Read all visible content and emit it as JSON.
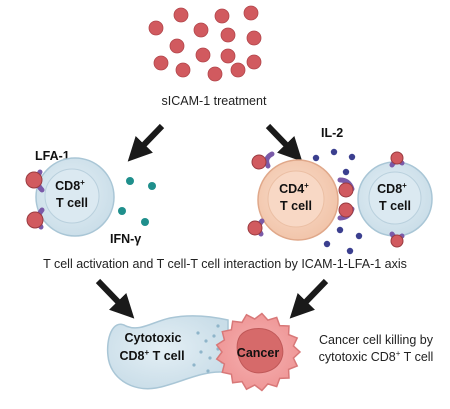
{
  "treatment": {
    "label": "sICAM-1 treatment"
  },
  "left": {
    "receptor_label": "LFA-1",
    "cell": {
      "line1": "CD8",
      "sup": "+",
      "line2": "T cell"
    },
    "cytokine_label": "IFN-γ"
  },
  "right": {
    "cytokine_label": "IL-2",
    "cd4_cell": {
      "line1": "CD4",
      "sup": "+",
      "line2": "T cell"
    },
    "cd8_cell": {
      "line1": "CD8",
      "sup": "+",
      "line2": "T cell"
    }
  },
  "interaction_caption": "T cell activation and T cell-T cell interaction by ICAM-1-LFA-1 axis",
  "bottom": {
    "cytotoxic_cell": {
      "line1": "Cytotoxic",
      "line2_prefix": "CD8",
      "sup": "+",
      "line2_suffix": " T cell"
    },
    "cancer_label": "Cancer",
    "killing_caption": {
      "line1": "Cancer cell killing by",
      "line2_prefix": "cytotoxic CD8",
      "sup": "+",
      "line2_suffix": " T cell"
    }
  },
  "colors": {
    "sicam_dot": "#d15a5f",
    "receptor_purple": "#7a5aa8",
    "teal_cytokine": "#1f8f8c",
    "il2_dot": "#3b3f8f",
    "cd8_fill": "#d6e6ef",
    "cd4_fill": "#f6d3be",
    "cancer_fill": "#f2a3a3",
    "arrow": "#1a1a1a"
  }
}
